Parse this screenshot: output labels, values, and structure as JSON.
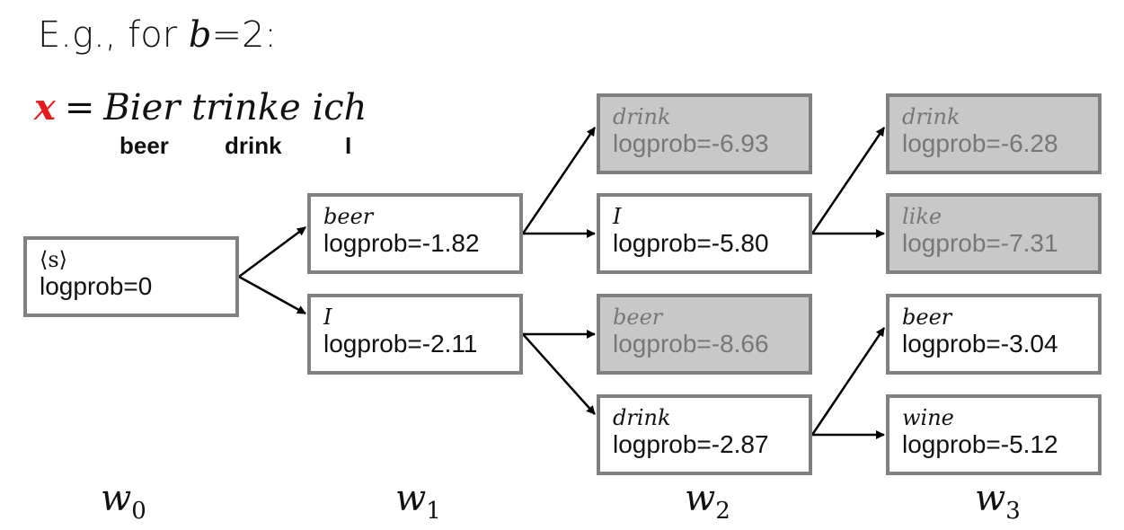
{
  "title": {
    "prefix": "E.g., for ",
    "b": "b",
    "suffix": "=2:"
  },
  "sentence": {
    "var": "x",
    "eq": "=",
    "text": "Bier trinke ich"
  },
  "gloss": [
    "beer",
    "drink",
    "I"
  ],
  "nodes": {
    "w0_s": {
      "token": "⟨s⟩",
      "logprob": "logprob=0",
      "pruned": false
    },
    "w1_beer": {
      "token": "beer",
      "logprob": "logprob=-1.82",
      "pruned": false
    },
    "w1_I": {
      "token": "I",
      "logprob": "logprob=-2.11",
      "pruned": false
    },
    "w2_drink": {
      "token": "drink",
      "logprob": "logprob=-6.93",
      "pruned": true
    },
    "w2_I": {
      "token": "I",
      "logprob": "logprob=-5.80",
      "pruned": false
    },
    "w2_beer": {
      "token": "beer",
      "logprob": "logprob=-8.66",
      "pruned": true
    },
    "w2_drink2": {
      "token": "drink",
      "logprob": "logprob=-2.87",
      "pruned": false
    },
    "w3_drink": {
      "token": "drink",
      "logprob": "logprob=-6.28",
      "pruned": true
    },
    "w3_like": {
      "token": "like",
      "logprob": "logprob=-7.31",
      "pruned": true
    },
    "w3_beer": {
      "token": "beer",
      "logprob": "logprob=-3.04",
      "pruned": false
    },
    "w3_wine": {
      "token": "wine",
      "logprob": "logprob=-5.12",
      "pruned": false
    }
  },
  "edges": [
    [
      "w0_s",
      "w1_beer"
    ],
    [
      "w0_s",
      "w1_I"
    ],
    [
      "w1_beer",
      "w2_drink"
    ],
    [
      "w1_beer",
      "w2_I"
    ],
    [
      "w1_I",
      "w2_beer"
    ],
    [
      "w1_I",
      "w2_drink2"
    ],
    [
      "w2_I",
      "w3_drink"
    ],
    [
      "w2_I",
      "w3_like"
    ],
    [
      "w2_drink2",
      "w3_beer"
    ],
    [
      "w2_drink2",
      "w3_wine"
    ]
  ],
  "columns": [
    {
      "var": "w",
      "sub": "0"
    },
    {
      "var": "w",
      "sub": "1"
    },
    {
      "var": "w",
      "sub": "2"
    },
    {
      "var": "w",
      "sub": "3"
    }
  ],
  "colors": {
    "border": "#808080",
    "pruned_fill": "#c8c8c8",
    "highlight": "#e41a1c"
  }
}
